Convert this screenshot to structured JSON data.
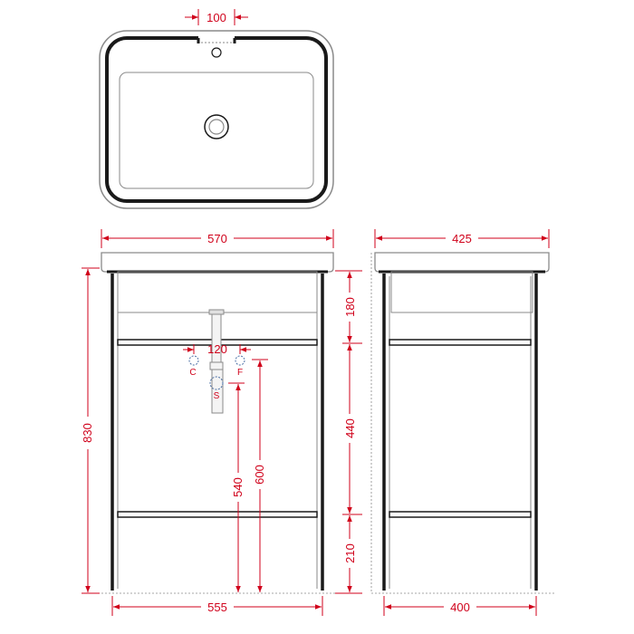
{
  "colors": {
    "dimension": "#d0021b",
    "outline": "#1a1a1a",
    "light_outline": "#8a8a8a",
    "background": "#ffffff"
  },
  "top_view": {
    "tap_hole_spacing": "100"
  },
  "front_view": {
    "width_top": "570",
    "width_bottom": "555",
    "height_total": "830",
    "section_upper": "180",
    "section_middle": "440",
    "section_lower": "210",
    "connection_spacing": "120",
    "height_supply": "600",
    "height_waste": "540",
    "connection_labels": {
      "cold": "C",
      "hot": "F",
      "waste": "S"
    }
  },
  "side_view": {
    "depth_top": "425",
    "depth_bottom": "400"
  }
}
